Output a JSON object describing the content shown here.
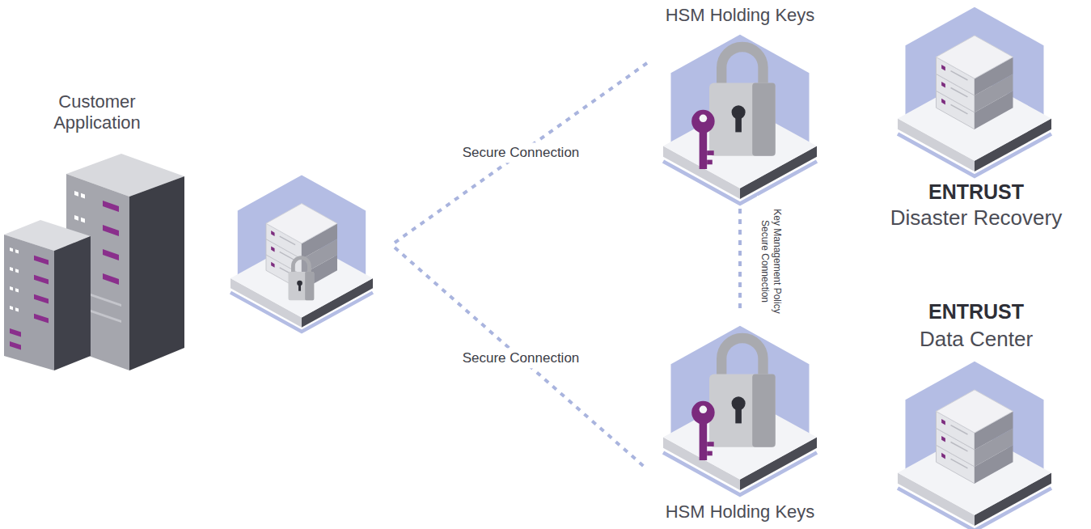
{
  "diagram": {
    "nodes": [
      {
        "text": [
          "Customer Application"
        ]
      },
      {
        "text": [
          "HSM Holding Keys"
        ]
      },
      {
        "text": [
          "HSM Holding Keys"
        ]
      },
      {
        "text": [
          "ENTRUST",
          "Disaster Recovery"
        ]
      },
      {
        "text": [
          "ENTRUST",
          "Data Center"
        ]
      }
    ],
    "edges": [
      {
        "from": 0,
        "to": 1,
        "arrow": "none",
        "label": "Secure Connection"
      },
      {
        "from": 0,
        "to": 2,
        "arrow": "none",
        "label": "Secure Connection"
      },
      {
        "from": 1,
        "to": 2,
        "arrow": "none",
        "label": "Key Management Policy Secure Connection"
      }
    ]
  }
}
